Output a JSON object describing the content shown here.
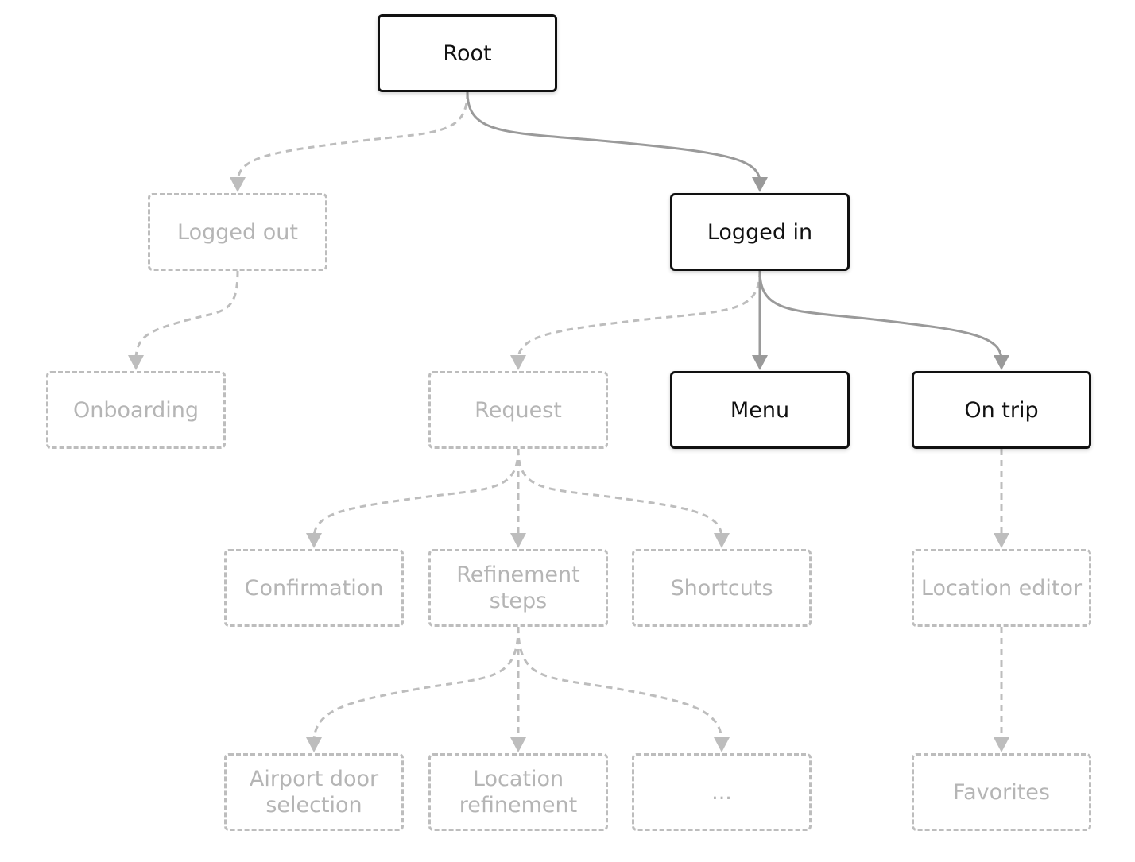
{
  "nodes": {
    "root": {
      "label": "Root",
      "state": "active"
    },
    "logged_out": {
      "label": "Logged out",
      "state": "inactive"
    },
    "logged_in": {
      "label": "Logged in",
      "state": "active"
    },
    "onboarding": {
      "label": "Onboarding",
      "state": "inactive"
    },
    "request": {
      "label": "Request",
      "state": "inactive"
    },
    "menu": {
      "label": "Menu",
      "state": "active"
    },
    "on_trip": {
      "label": "On trip",
      "state": "active"
    },
    "confirmation": {
      "label": "Confirmation",
      "state": "inactive"
    },
    "refinement": {
      "label": "Refinement\nsteps",
      "state": "inactive"
    },
    "shortcuts": {
      "label": "Shortcuts",
      "state": "inactive"
    },
    "loc_editor": {
      "label": "Location editor",
      "state": "inactive"
    },
    "airport": {
      "label": "Airport door\nselection",
      "state": "inactive"
    },
    "loc_refine": {
      "label": "Location\nrefinement",
      "state": "inactive"
    },
    "more": {
      "label": "...",
      "state": "inactive"
    },
    "favorites": {
      "label": "Favorites",
      "state": "inactive"
    }
  },
  "edges": [
    {
      "from": "root",
      "to": "logged_out",
      "style": "dashed"
    },
    {
      "from": "root",
      "to": "logged_in",
      "style": "solid"
    },
    {
      "from": "logged_out",
      "to": "onboarding",
      "style": "dashed"
    },
    {
      "from": "logged_in",
      "to": "request",
      "style": "dashed"
    },
    {
      "from": "logged_in",
      "to": "menu",
      "style": "solid"
    },
    {
      "from": "logged_in",
      "to": "on_trip",
      "style": "solid"
    },
    {
      "from": "request",
      "to": "confirmation",
      "style": "dashed"
    },
    {
      "from": "request",
      "to": "refinement",
      "style": "dashed"
    },
    {
      "from": "request",
      "to": "shortcuts",
      "style": "dashed"
    },
    {
      "from": "refinement",
      "to": "airport",
      "style": "dashed"
    },
    {
      "from": "refinement",
      "to": "loc_refine",
      "style": "dashed"
    },
    {
      "from": "refinement",
      "to": "more",
      "style": "dashed"
    },
    {
      "from": "on_trip",
      "to": "loc_editor",
      "style": "dashed"
    },
    {
      "from": "loc_editor",
      "to": "favorites",
      "style": "dashed"
    }
  ],
  "colors": {
    "active_border": "#111111",
    "inactive_border": "#bdbdbd",
    "inactive_text": "#b5b5b5",
    "edge_solid": "#9a9a9a",
    "edge_dashed": "#bdbdbd"
  }
}
